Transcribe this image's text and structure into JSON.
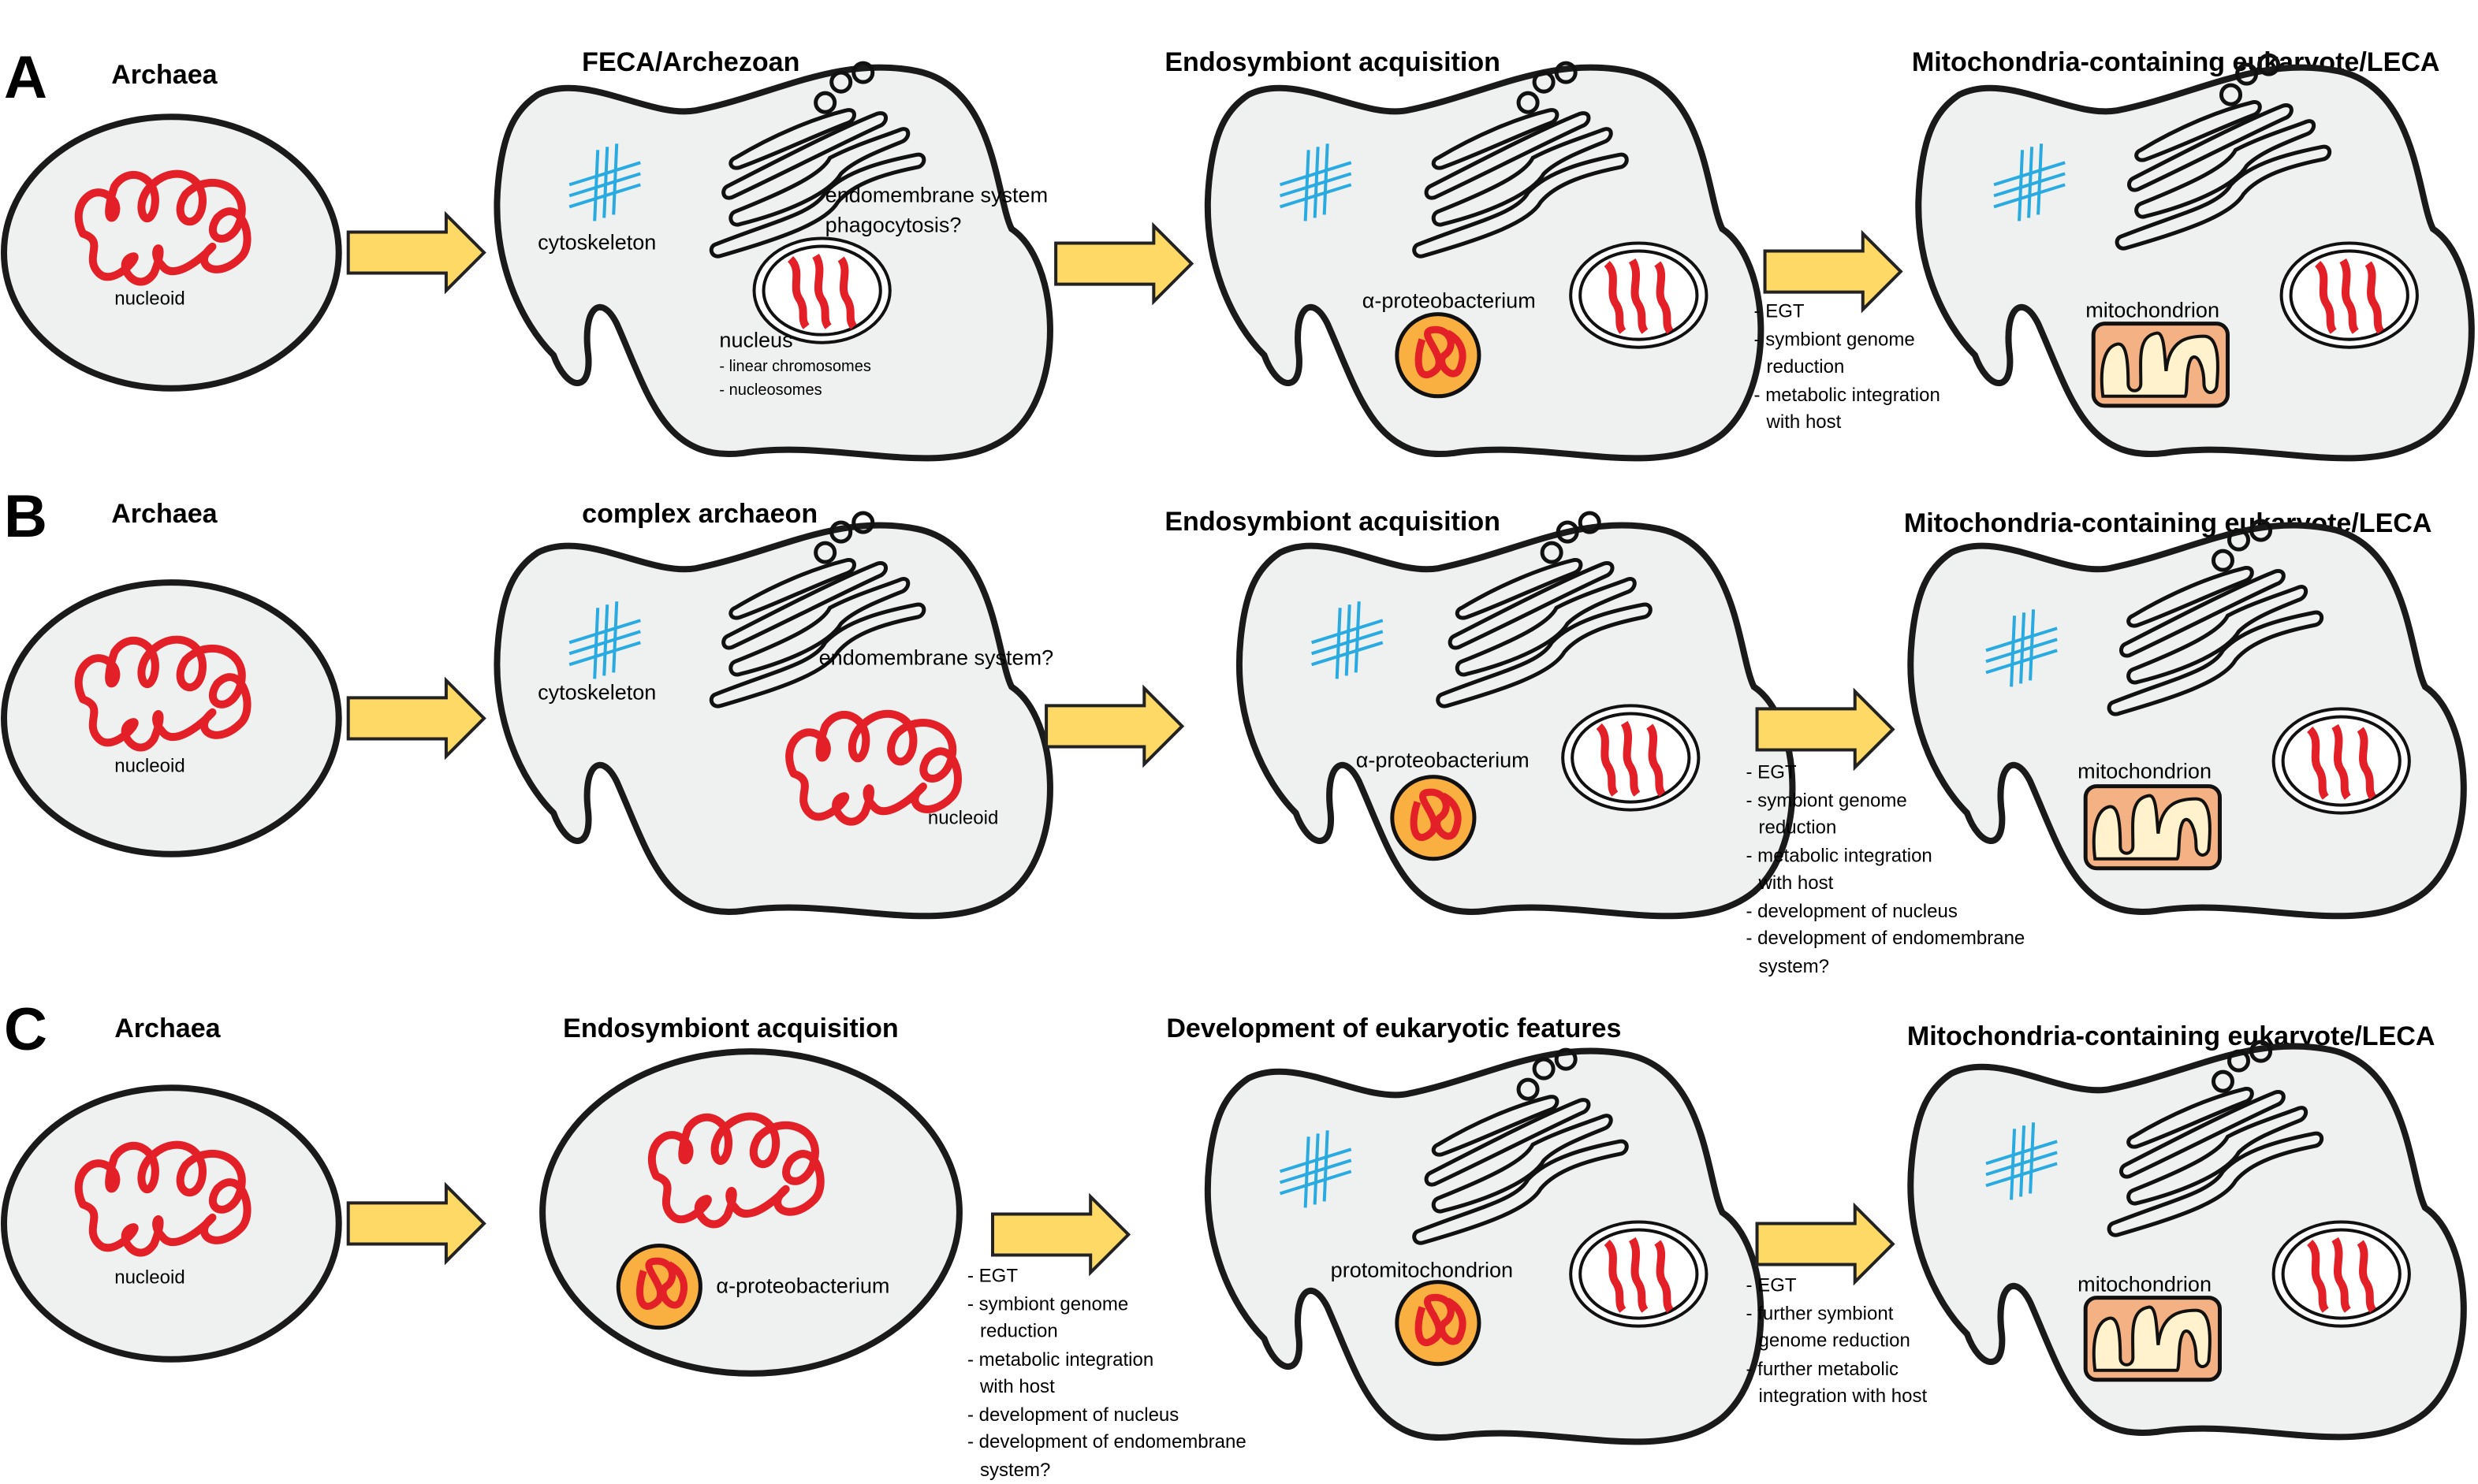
{
  "colors": {
    "cell_fill": "#eff1f0",
    "nucleoid": "#e32027",
    "cytoskeleton": "#29aae1",
    "arrow": "#ffd966",
    "alpha": "#f9b040",
    "mito_outer": "#f4b183",
    "mito_inner": "#fff2cc"
  },
  "rowA": {
    "panel": "A",
    "t1": "Archaea",
    "t2": "FECA/Archezoan",
    "t3": "Endosymbiont acquisition",
    "t4": "Mitochondria-containing eukaryote/LECA",
    "nucleoid": "nucleoid",
    "cytoskeleton": "cytoskeleton",
    "endomembrane": "endomembrane system",
    "phago": "phagocytosis?",
    "nucleus": "nucleus",
    "linear": "- linear chromosomes",
    "nucleosomes": "- nucleosomes",
    "alpha": "α-proteobacterium",
    "steps": [
      "- EGT",
      "- symbiont genome",
      "reduction",
      "- metabolic integration",
      "with host"
    ],
    "mito": "mitochondrion"
  },
  "rowB": {
    "panel": "B",
    "t1": "Archaea",
    "t2": "complex archaeon",
    "t3": "Endosymbiont acquisition",
    "t4": "Mitochondria-containing eukaryote/LECA",
    "nucleoid": "nucleoid",
    "cytoskeleton": "cytoskeleton",
    "endomembrane": "endomembrane system?",
    "nucleoid2": "nucleoid",
    "alpha": "α-proteobacterium",
    "steps": [
      "- EGT",
      "- symbiont genome",
      "reduction",
      "- metabolic integration",
      "with host",
      "- development of nucleus",
      "- development of endomembrane",
      "system?"
    ],
    "mito": "mitochondrion"
  },
  "rowC": {
    "panel": "C",
    "t1": "Archaea",
    "t2": "Endosymbiont acquisition",
    "t3": "Development of eukaryotic features",
    "t4": "Mitochondria-containing eukaryote/LECA",
    "nucleoid": "nucleoid",
    "alpha": "α-proteobacterium",
    "steps1": [
      "- EGT",
      "- symbiont genome",
      "reduction",
      "- metabolic integration",
      "with host",
      "- development of nucleus",
      "- development of endomembrane",
      "system?"
    ],
    "proto": "protomitochondrion",
    "steps2": [
      "- EGT",
      "- further symbiont",
      "genome reduction",
      "- further metabolic",
      "integration with host"
    ],
    "mito": "mitochondrion"
  }
}
